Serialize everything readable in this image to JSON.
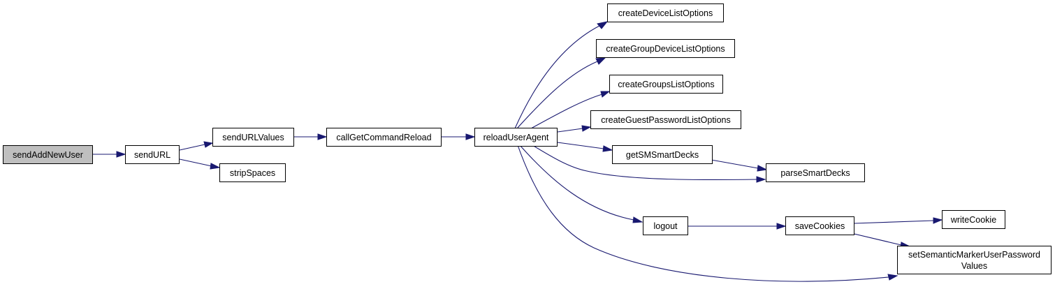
{
  "diagram": {
    "nodes": {
      "sendAddNewUser": "sendAddNewUser",
      "sendURL": "sendURL",
      "sendURLValues": "sendURLValues",
      "stripSpaces": "stripSpaces",
      "callGetCommandReload": "callGetCommandReload",
      "reloadUserAgent": "reloadUserAgent",
      "createDeviceListOptions": "createDeviceListOptions",
      "createGroupDeviceListOptions": "createGroupDeviceListOptions",
      "createGroupsListOptions": "createGroupsListOptions",
      "createGuestPasswordListOptions": "createGuestPasswordListOptions",
      "getSMSmartDecks": "getSMSmartDecks",
      "parseSmartDecks": "parseSmartDecks",
      "logout": "logout",
      "saveCookies": "saveCookies",
      "writeCookie": "writeCookie",
      "setSemanticMarkerUserPasswordValues_line1": "setSemanticMarkerUserPassword",
      "setSemanticMarkerUserPasswordValues_line2": "Values"
    },
    "colors": {
      "edge": "#191970",
      "root_fill": "#bfbfbf",
      "node_fill": "#ffffff",
      "node_border": "#000000"
    }
  }
}
